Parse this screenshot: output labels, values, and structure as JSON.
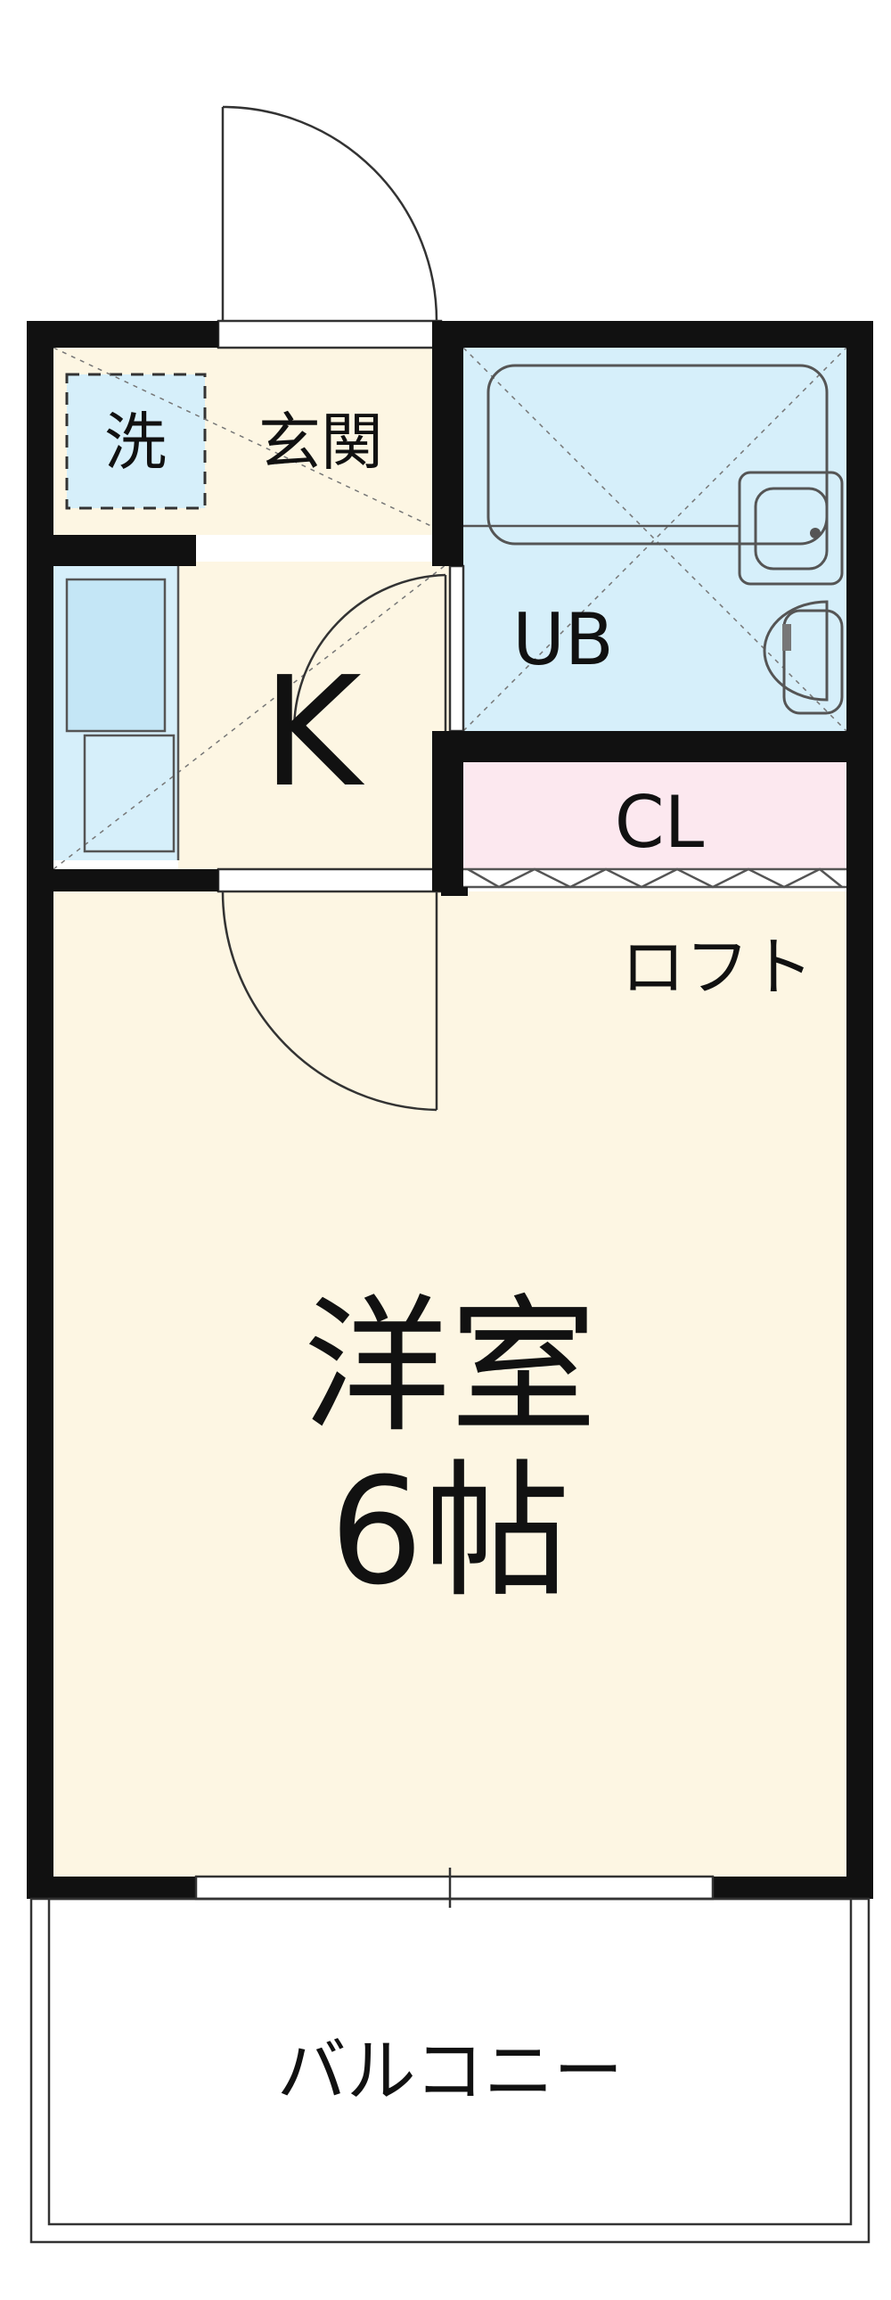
{
  "rooms": {
    "wash": {
      "label": "洗"
    },
    "entrance": {
      "label": "玄関"
    },
    "kitchen": {
      "label": "K"
    },
    "bath": {
      "label": "UB"
    },
    "closet": {
      "label": "CL"
    },
    "loft": {
      "label": "ロフト"
    },
    "western_room": {
      "label": "洋室",
      "size": "6帖"
    },
    "balcony": {
      "label": "バルコニー"
    }
  },
  "colors": {
    "wall": "#111111",
    "floor_cream": "#fdf6e3",
    "water_blue": "#d6effa",
    "closet_pink": "#fce8ef",
    "line": "#555555"
  },
  "icons": [
    "door-swing-icon",
    "bathtub-icon",
    "washbasin-icon",
    "toilet-icon",
    "sink-icon",
    "stove-icon"
  ]
}
